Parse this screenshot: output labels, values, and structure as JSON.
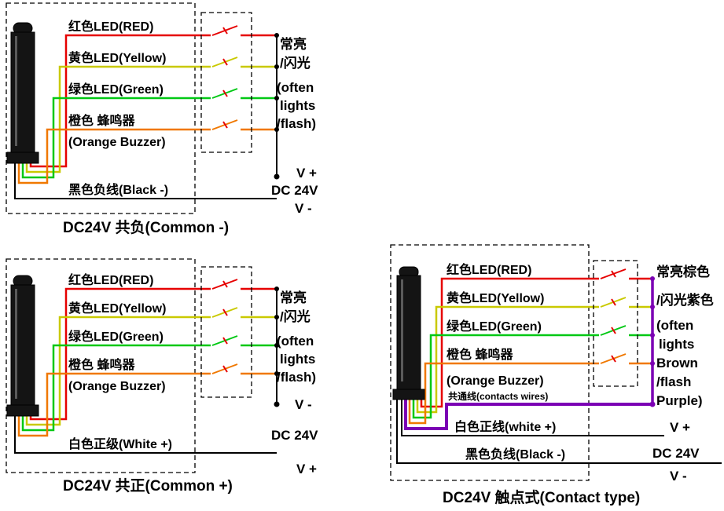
{
  "colors": {
    "red": "#e60000",
    "yellow": "#c9c900",
    "green": "#00c814",
    "orange": "#f07800",
    "purple": "#7b00b4",
    "black": "#000000"
  },
  "common_minus": {
    "labels": {
      "red": "红色LED(RED)",
      "yellow": "黄色LED(Yellow)",
      "green": "绿色LED(Green)",
      "orange_cn": "橙色 蜂鸣器",
      "orange_en": "(Orange Buzzer)",
      "common": "黑色负线(Black -)"
    },
    "right": {
      "r1": "常亮",
      "r2": "/闪光",
      "r3": "(often",
      "r4": "lights",
      "r5": "/flash)",
      "vplus": "V +",
      "dc": "DC 24V",
      "vminus": "V -"
    },
    "caption": "DC24V 共负(Common -)"
  },
  "common_plus": {
    "labels": {
      "red": "红色LED(RED)",
      "yellow": "黄色LED(Yellow)",
      "green": "绿色LED(Green)",
      "orange_cn": "橙色 蜂鸣器",
      "orange_en": "(Orange Buzzer)",
      "common": "白色正级(White +)"
    },
    "right": {
      "r1": "常亮",
      "r2": "/闪光",
      "r3": "(often",
      "r4": "lights",
      "r5": "/flash)",
      "vminus": "V -",
      "dc": "DC 24V",
      "vplus": "V +"
    },
    "caption": "DC24V 共正(Common +)"
  },
  "contact": {
    "labels": {
      "red": "红色LED(RED)",
      "yellow": "黄色LED(Yellow)",
      "green": "绿色LED(Green)",
      "orange_cn": "橙色 蜂鸣器",
      "orange_en": "(Orange Buzzer)",
      "contacts": "共通线(contacts wires)",
      "white": "白色正线(white +)",
      "black": "黑色负线(Black -)"
    },
    "right": {
      "r1": "常亮棕色",
      "r2": "/闪光紫色",
      "r3": "(often",
      "r4": "lights",
      "r5": "Brown",
      "r6": "/flash",
      "r7": "Purple)",
      "vplus": "V +",
      "dc": "DC 24V",
      "vminus": "V -"
    },
    "caption": "DC24V 触点式(Contact type)"
  }
}
